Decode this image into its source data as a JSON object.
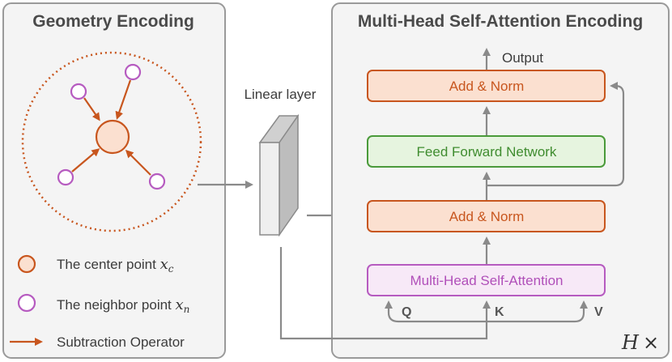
{
  "geometry": {
    "title": "Geometry Encoding",
    "legend": {
      "center_label": "The center point ",
      "center_var": "x",
      "center_sub": "c",
      "neighbor_label": "The neighbor point ",
      "neighbor_var": "x",
      "neighbor_sub": "n",
      "operator_label": "Subtraction Operator"
    }
  },
  "linear": {
    "label": "Linear layer"
  },
  "attention": {
    "title": "Multi-Head Self-Attention Encoding",
    "output_label": "Output",
    "add_norm_top": "Add & Norm",
    "ffn": "Feed Forward Network",
    "add_norm_bottom": "Add & Norm",
    "mhsa": "Multi-Head Self-Attention",
    "q": "Q",
    "k": "K",
    "v": "V",
    "repeat_var": "H",
    "repeat_times": "×"
  },
  "colors": {
    "orange": "#c8561e",
    "purple": "#b65bc0",
    "green": "#4a9a3a",
    "gray": "#8a8a8a"
  }
}
